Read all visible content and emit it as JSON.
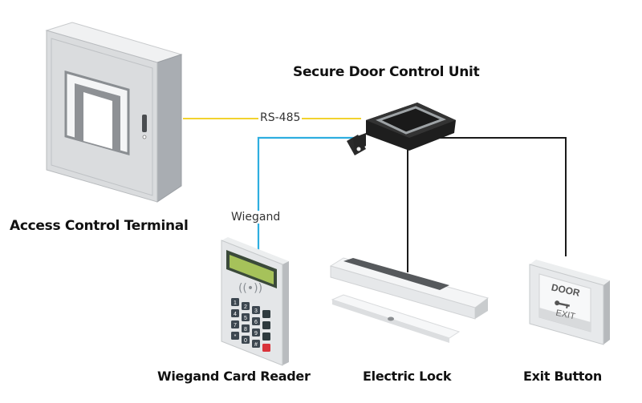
{
  "diagram": {
    "title": "Secure Door Control Unit",
    "nodes": {
      "terminal": {
        "label": "Access Control Terminal"
      },
      "control_unit": {
        "label": "Secure Door Control Unit"
      },
      "card_reader": {
        "label": "Wiegand Card Reader"
      },
      "electric_lock": {
        "label": "Electric Lock"
      },
      "exit_button": {
        "label": "Exit Button",
        "face_text_top": "DOOR",
        "face_text_bottom": "EXIT"
      }
    },
    "connections": [
      {
        "from": "Access Control Terminal",
        "to": "Secure Door Control Unit",
        "label": "RS-485",
        "color": "#f2d22e"
      },
      {
        "from": "Wiegand Card Reader",
        "to": "Secure Door Control Unit",
        "label": "Wiegand",
        "color": "#2eaee0"
      },
      {
        "from": "Secure Door Control Unit",
        "to": "Electric Lock",
        "label": "",
        "color": "#1a1a1a"
      },
      {
        "from": "Secure Door Control Unit",
        "to": "Exit Button",
        "label": "",
        "color": "#1a1a1a"
      }
    ],
    "keypad_keys": [
      "1",
      "2",
      "3",
      "",
      "4",
      "5",
      "6",
      "",
      "7",
      "8",
      "9",
      "",
      "*",
      "0",
      "#",
      ""
    ]
  }
}
